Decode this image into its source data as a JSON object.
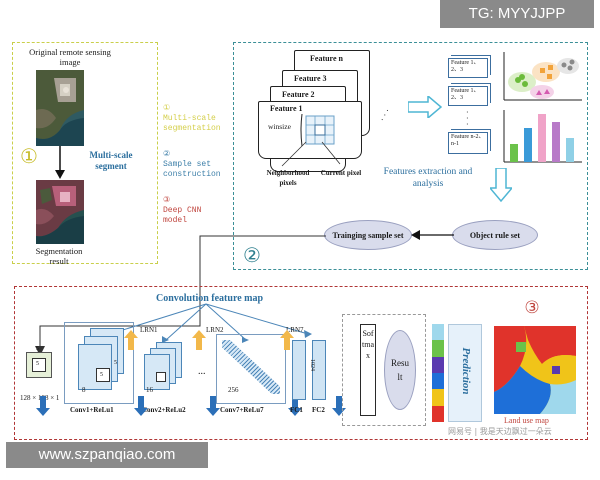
{
  "top_banner": {
    "text": "TG: MYYJJPP",
    "bg": "#8a8a8a"
  },
  "bottom_banner": {
    "text": "www.szpanqiao.com",
    "bg": "#8a8a8a"
  },
  "watermark": {
    "text": "网易号 | 我是天边飘过一朵云"
  },
  "panel1": {
    "original_label": "Original remote sensing image",
    "step_arrow_label": "Multi-scale segment",
    "segmentation_label": "Segmentation result",
    "number": "①",
    "legend": [
      {
        "num": "①",
        "text": "Multi-scale segmentation",
        "color": "#d4cf4a"
      },
      {
        "num": "②",
        "text": "Sample set construction",
        "color": "#3d7fa8"
      },
      {
        "num": "③",
        "text": "Deep CNN model",
        "color": "#c0463f"
      }
    ]
  },
  "panel2": {
    "features": [
      "Feature n",
      "Feature 3",
      "Feature 2",
      "Feature 1"
    ],
    "winsize": "winsize",
    "neighborhood": "Neighborhood pixels",
    "current": "Current pixel",
    "dots": "· · ·",
    "minicards": [
      "Feature 1、2、3",
      "Feature 1、2、3",
      "Feature n-2、n-1"
    ],
    "analysis": "Features extraction and analysis",
    "training": "Trainging sample set",
    "object_rule": "Object rule set",
    "number": "②"
  },
  "panel3": {
    "title": "Convolution feature map",
    "input_top": "5",
    "input_inner": "5",
    "input_size": "128 × 128 × 1",
    "conv1": {
      "label": "Conv1+ReLu1",
      "channels": "8",
      "k": "5",
      "k2": "5"
    },
    "conv2": {
      "label": "Conv2+ReLu2",
      "channels": "16"
    },
    "conv7": {
      "label": "Conv7+ReLu7",
      "channels": "256"
    },
    "ellipsis": "...",
    "lrn1": "LRN1",
    "lrn2": "LRN2",
    "lrn7": "LRN7",
    "fc1": "FC1",
    "fc2": "FC2",
    "fc_size": "1024",
    "softmax": "Softmax",
    "result": "Result",
    "prediction": "Prediction",
    "land_use": "Land use map",
    "number": "③",
    "class_colors": [
      "#9fd8ec",
      "#6bc24a",
      "#5a3ab0",
      "#1e6fd8",
      "#f0c419",
      "#e0332b"
    ]
  }
}
